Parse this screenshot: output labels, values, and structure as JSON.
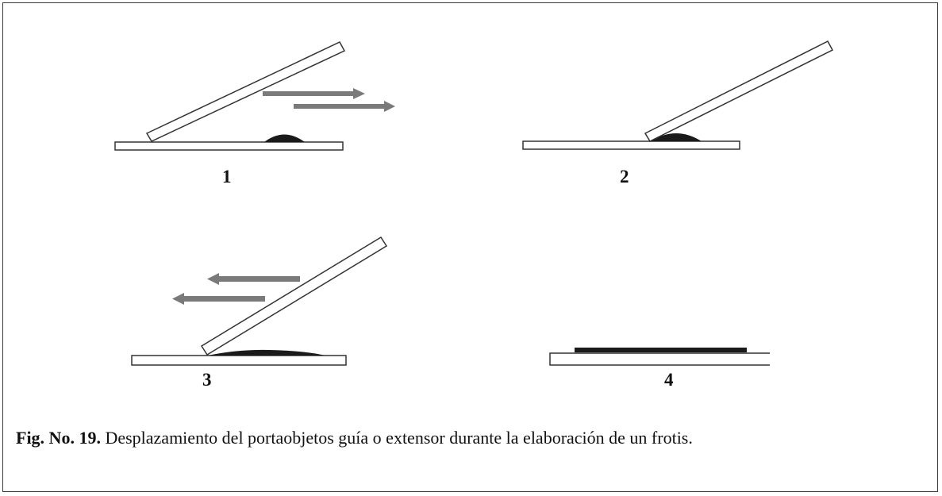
{
  "panels": [
    {
      "label": "1"
    },
    {
      "label": "2"
    },
    {
      "label": "3"
    },
    {
      "label": "4"
    }
  ],
  "caption": {
    "figure_label": "Fig. No. 19.",
    "text": " Desplazamiento del portaobjetos guía o extensor durante  la elaboración de un frotis."
  },
  "colors": {
    "slide_stroke": "#333333",
    "drop": "#1a1a1a",
    "arrow": "#7a7a7a"
  }
}
